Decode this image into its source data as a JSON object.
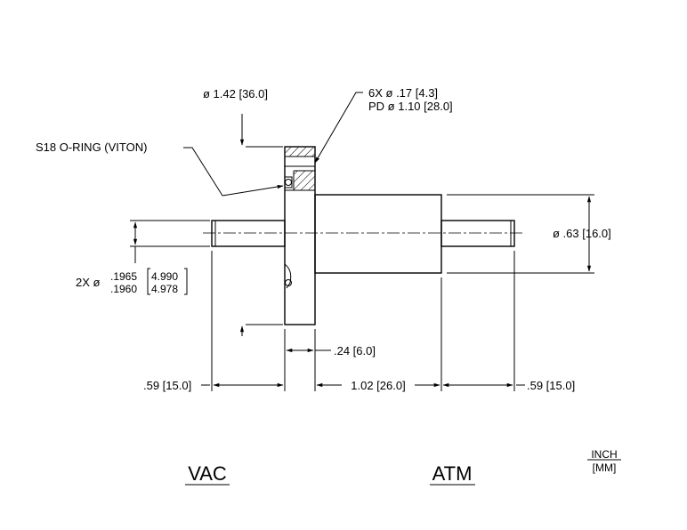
{
  "labels": {
    "flange_od": "ø 1.42 [36.0]",
    "bolt_holes_line1": "6X ø .17 [4.3]",
    "bolt_holes_line2": "PD ø 1.10 [28.0]",
    "oring": "S18 O-RING (VITON)",
    "body_od": "ø .63 [16.0]",
    "shaft_prefix": "2X ø",
    "shaft_in_max": ".1965",
    "shaft_in_min": ".1960",
    "shaft_mm_max": "4.990",
    "shaft_mm_min": "4.978",
    "flange_thickness": ".24 [6.0]",
    "vac_length": ".59 [15.0]",
    "body_length": "1.02 [26.0]",
    "atm_length": ".59 [15.0]",
    "vac_side": "VAC",
    "atm_side": "ATM",
    "units_top": "INCH",
    "units_bottom": "[MM]"
  }
}
